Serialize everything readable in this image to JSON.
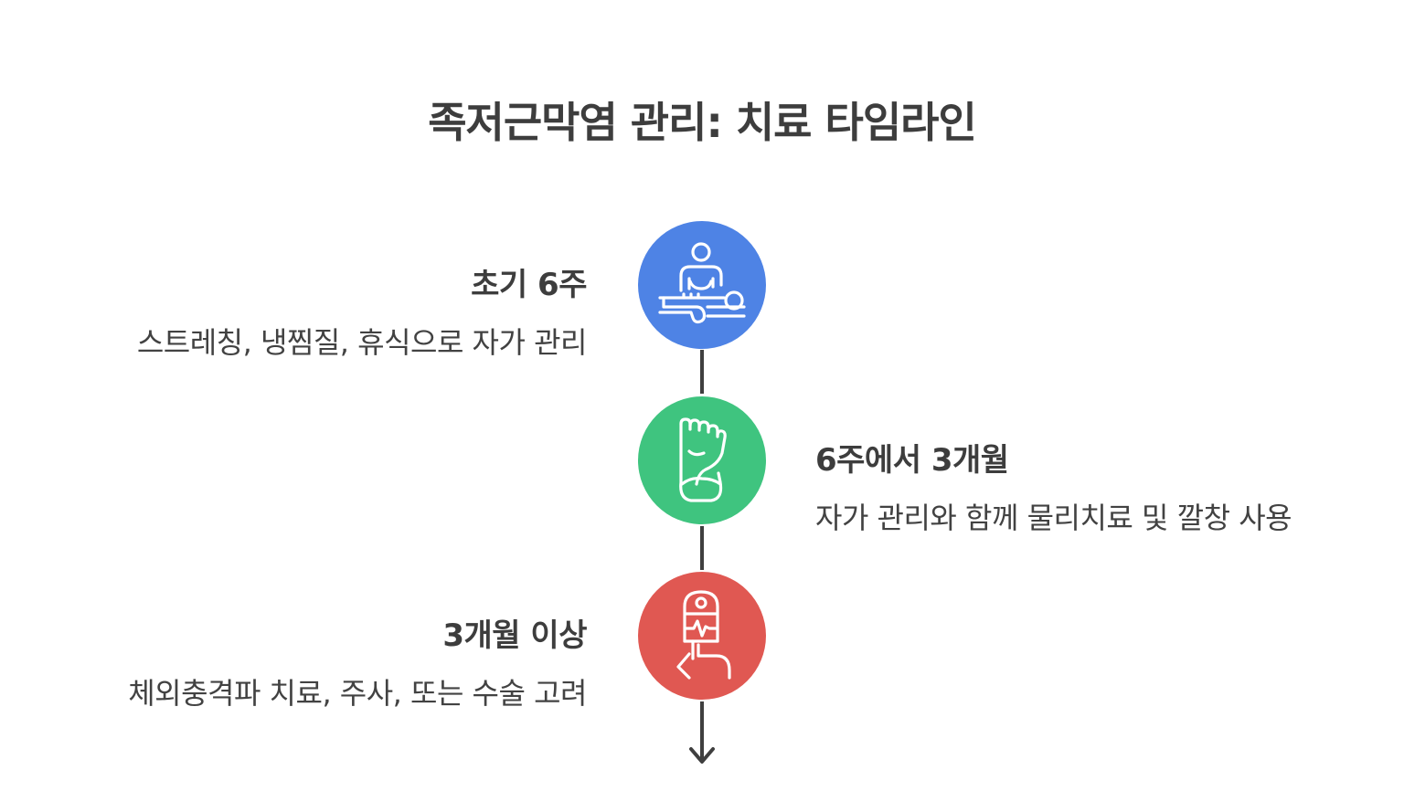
{
  "title": "족저근막염 관리: 치료 타임라인",
  "colors": {
    "stage1": "#4e83e5",
    "stage2": "#3fc47f",
    "stage3": "#e05852",
    "line": "#3f3f3f"
  },
  "stages": [
    {
      "title": "초기 6주",
      "description": "스트레칭, 냉찜질, 휴식으로 자가 관리",
      "icon": "massage-icon"
    },
    {
      "title": "6주에서 3개월",
      "description": "자가 관리와 함께 물리치료 및 깔창 사용",
      "icon": "foot-icon"
    },
    {
      "title": "3개월 이상",
      "description": "체외충격파 치료, 주사, 또는 수술 고려",
      "icon": "shockwave-device-icon"
    }
  ]
}
